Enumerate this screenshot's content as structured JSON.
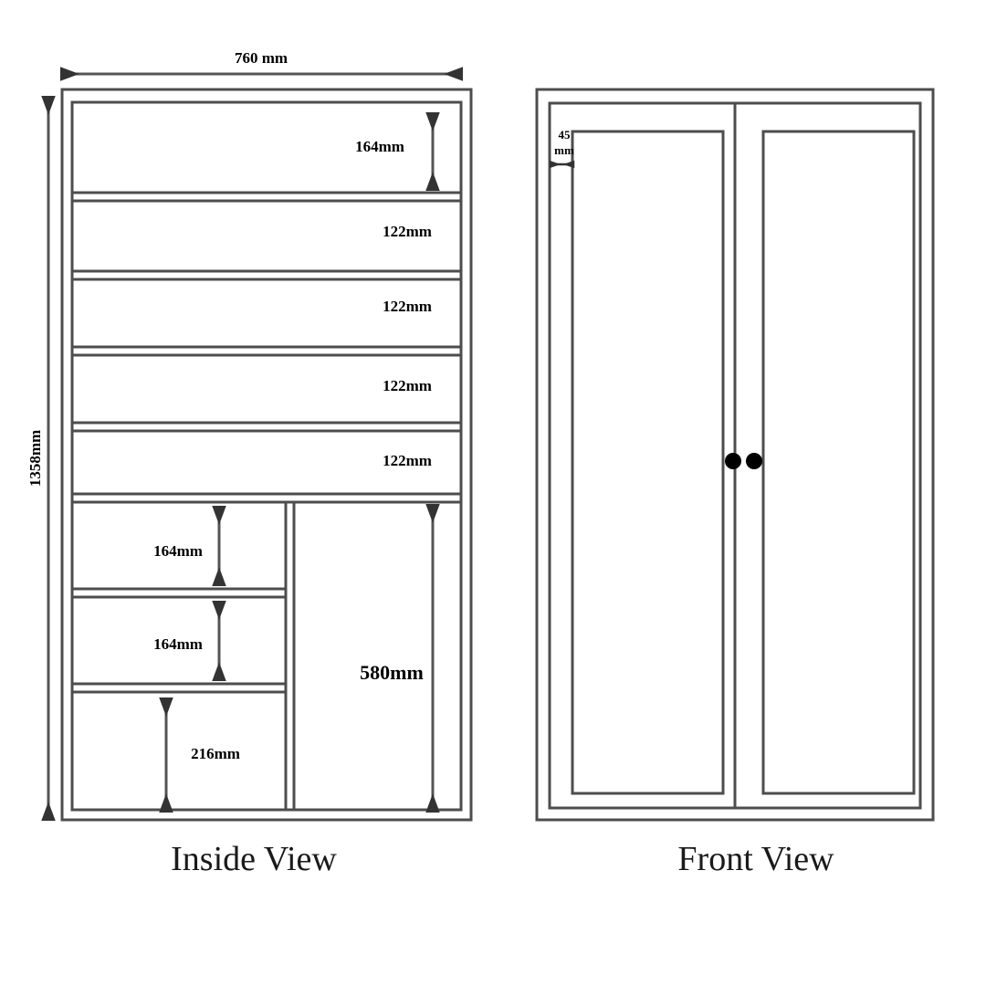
{
  "drawing": {
    "title": "Cabinet / Wardrobe Technical Drawing",
    "unit": "mm",
    "line_color": "#4d4d4d",
    "text_color": "#000000",
    "background": "#ffffff"
  },
  "views": [
    {
      "id": "inside-view",
      "caption": "Inside View",
      "overall_width_label": "760  mm",
      "overall_height_label": "1358mm"
    },
    {
      "id": "front-view",
      "caption": "Front View",
      "panel_gap_label_line1": "45",
      "panel_gap_label_line2": "mm"
    }
  ],
  "inside_view": {
    "caption": "Inside View",
    "width_dimension": "760  mm",
    "height_dimension": "1358mm",
    "shelves": [
      {
        "name": "shelf-1",
        "label": "164mm"
      },
      {
        "name": "shelf-2",
        "label": "122mm"
      },
      {
        "name": "shelf-3",
        "label": "122mm"
      },
      {
        "name": "shelf-4",
        "label": "122mm"
      },
      {
        "name": "shelf-5",
        "label": "122mm"
      }
    ],
    "lower_left_compartments": [
      {
        "name": "compartment-1",
        "label": "164mm"
      },
      {
        "name": "compartment-2",
        "label": "164mm"
      },
      {
        "name": "compartment-3",
        "label": "216mm"
      }
    ],
    "lower_right_compartment": {
      "name": "hanging-space",
      "label": "580mm"
    }
  },
  "front_view": {
    "caption": "Front View",
    "gap_label_line1": "45",
    "gap_label_line2": "mm",
    "doors": [
      {
        "name": "door-left",
        "knob": "knob-left"
      },
      {
        "name": "door-right",
        "knob": "knob-right"
      }
    ]
  },
  "chart_data": {
    "type": "table",
    "title": "Cabinet dimensions",
    "categories": [
      "Overall width",
      "Overall height",
      "Top shelf",
      "Shelf 2",
      "Shelf 3",
      "Shelf 4",
      "Shelf 5",
      "Lower-left compartment 1",
      "Lower-left compartment 2",
      "Lower-left compartment 3",
      "Lower-right hanging space",
      "Door edge offset"
    ],
    "values": [
      760,
      1358,
      164,
      122,
      122,
      122,
      122,
      164,
      164,
      216,
      580,
      45
    ],
    "unit": "mm"
  }
}
